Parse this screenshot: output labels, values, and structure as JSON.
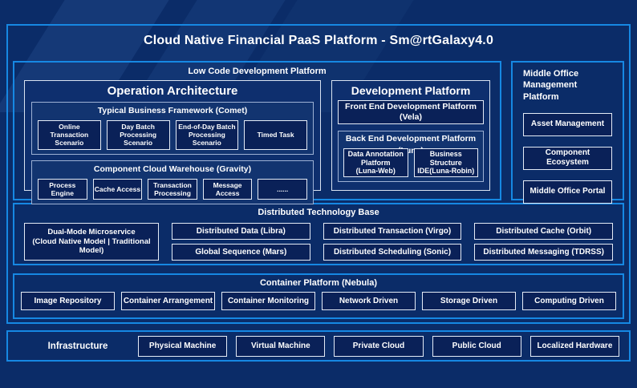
{
  "title": "Cloud Native Financial PaaS Platform - Sm@rtGalaxy4.0",
  "colors": {
    "background": "#0b2c68",
    "accent_border": "#1688e3",
    "panel_border": "#d9e3f1",
    "leaf_fill": "#0a2158",
    "text": "#ffffff"
  },
  "low_code": {
    "label": "Low Code Development Platform",
    "operation_architecture": {
      "title": "Operation Architecture",
      "groups": [
        {
          "title": "Typical Business Framework (Comet)",
          "items": [
            "Online Transaction Scenario",
            "Day Batch Processing Scenario",
            "End-of-Day Batch Processing Scenario",
            "Timed Task"
          ]
        },
        {
          "title": "Component Cloud Warehouse (Gravity)",
          "items": [
            "Process Engine",
            "Cache Access",
            "Transaction Processing",
            "Message Access",
            "......"
          ]
        }
      ]
    },
    "development_platform": {
      "title": "Development Platform",
      "front_end": "Front End Development Platform (Vela)",
      "back_end": {
        "title": "Back End Development Platform (Luna)",
        "items": [
          "Data Annotation\nPlatform\n(Luna-Web)",
          "Business\nStructure\nIDE(Luna-Robin)"
        ]
      }
    }
  },
  "middle_office": {
    "title": "Middle Office Management Platform",
    "items": [
      "Asset Management",
      "Component Ecosystem",
      "Middle Office Portal"
    ]
  },
  "distributed": {
    "title": "Distributed Technology Base",
    "dual_mode": "Dual-Mode Microservice\n(Cloud Native Model | Traditional Model)",
    "columns": [
      [
        "Distributed Data (Libra)",
        "Global Sequence (Mars)"
      ],
      [
        "Distributed Transaction (Virgo)",
        "Distributed Scheduling (Sonic)"
      ],
      [
        "Distributed Cache (Orbit)",
        "Distributed Messaging (TDRSS)"
      ]
    ]
  },
  "container_platform": {
    "title": "Container Platform (Nebula)",
    "items": [
      "Image Repository",
      "Container Arrangement",
      "Container Monitoring",
      "Network Driven",
      "Storage Driven",
      "Computing Driven"
    ]
  },
  "infrastructure": {
    "label": "Infrastructure",
    "items": [
      "Physical Machine",
      "Virtual Machine",
      "Private Cloud",
      "Public Cloud",
      "Localized Hardware"
    ]
  }
}
